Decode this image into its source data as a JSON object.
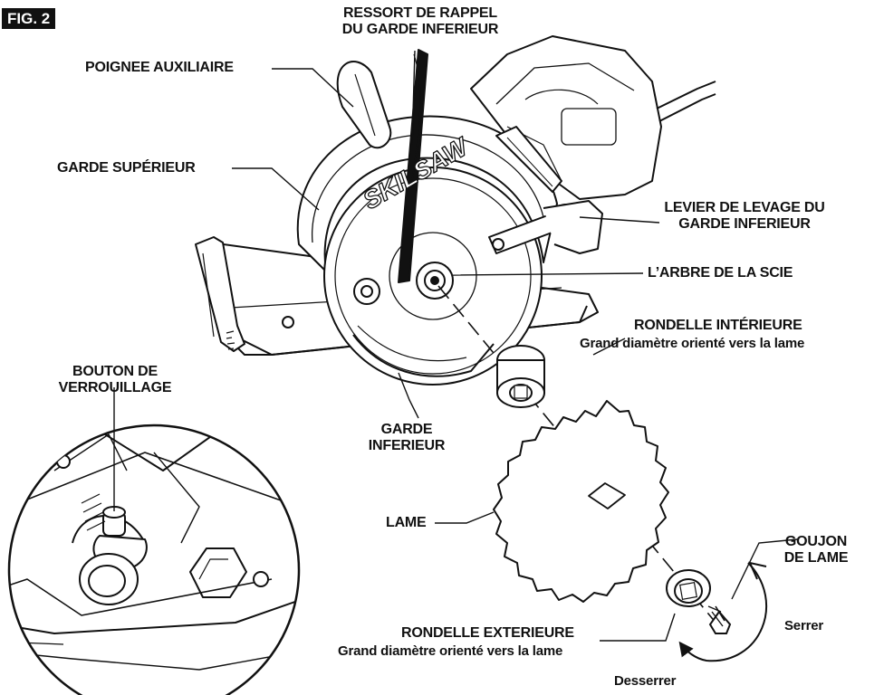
{
  "figure": {
    "badge": "FIG. 2"
  },
  "labels": {
    "ressort_line1": "RESSORT DE RAPPEL",
    "ressort_line2": "DU GARDE INFERIEUR",
    "poignee": "POIGNEE AUXILIAIRE",
    "garde_superieur": "GARDE SUPÉRIEUR",
    "levier_line1": "LEVIER DE LEVAGE DU",
    "levier_line2": "GARDE INFERIEUR",
    "arbre": "L’ARBRE DE LA SCIE",
    "rondelle_int": "RONDELLE INTÉRIEURE",
    "rondelle_int_note": "Grand diamètre orienté vers la lame",
    "bouton_line1": "BOUTON DE",
    "bouton_line2": "VERROUILLAGE",
    "garde_inf_line1": "GARDE",
    "garde_inf_line2": "INFERIEUR",
    "lame": "LAME",
    "goujon_line1": "GOUJON",
    "goujon_line2": "DE LAME",
    "serrer": "Serrer",
    "rondelle_ext": "RONDELLE EXTERIEURE",
    "rondelle_ext_note": "Grand diamètre orienté vers la lame",
    "desserrer": "Desserrer"
  },
  "brand": {
    "logo_text": "SKILSAW"
  }
}
